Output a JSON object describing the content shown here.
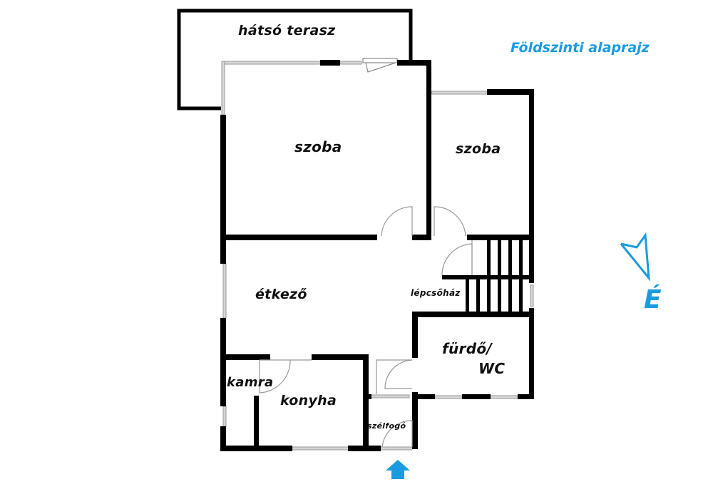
{
  "title": "Földszinti alaprajz",
  "north": {
    "label": "É",
    "icon": "north-arrow-icon"
  },
  "entrance": {
    "icon": "entrance-arrow-icon"
  },
  "colors": {
    "accent": "#1a9be0",
    "wall": "#000000",
    "window": "#b8b8b8"
  },
  "rooms": {
    "terrace": "hátsó terasz",
    "room_large": "szoba",
    "room_small": "szoba",
    "dining": "étkező",
    "stairs": "lépcsőház",
    "bath": "fürdő/",
    "bath_wc": "WC",
    "pantry": "kamra",
    "kitchen": "konyha",
    "vestibule": "szélfogó"
  }
}
